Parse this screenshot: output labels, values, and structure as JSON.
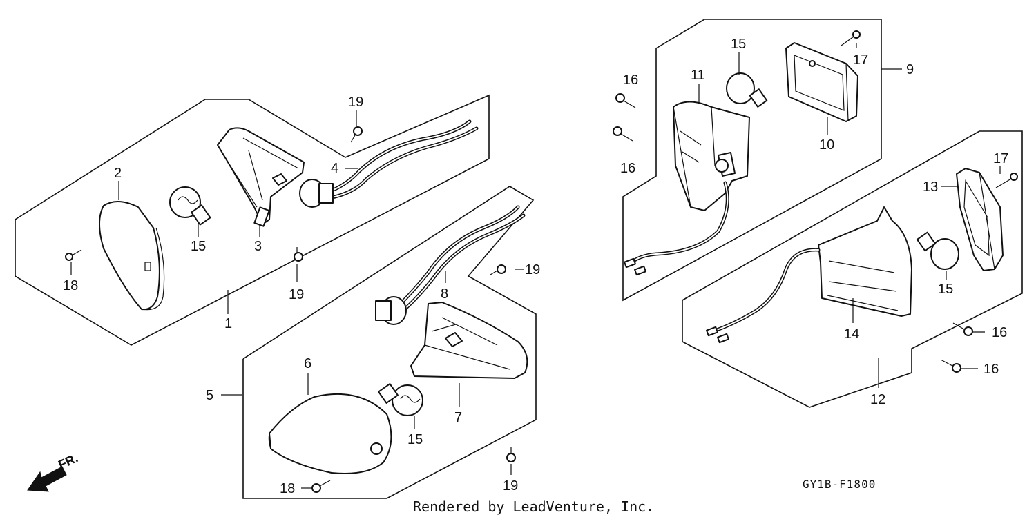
{
  "diagram_code": "GY1B-F1800",
  "credit": "Rendered by LeadVenture, Inc.",
  "direction_label": "FR.",
  "callouts": {
    "c1": "1",
    "c2": "2",
    "c3": "3",
    "c4": "4",
    "c5": "5",
    "c6": "6",
    "c7": "7",
    "c8": "8",
    "c9": "9",
    "c10": "10",
    "c11": "11",
    "c12": "12",
    "c13": "13",
    "c14": "14",
    "c15a": "15",
    "c15b": "15",
    "c15c": "15",
    "c15d": "15",
    "c16a": "16",
    "c16b": "16",
    "c16c": "16",
    "c16d": "16",
    "c17a": "17",
    "c17b": "17",
    "c18a": "18",
    "c18b": "18",
    "c19a": "19",
    "c19b": "19",
    "c19c": "19",
    "c19d": "19"
  }
}
